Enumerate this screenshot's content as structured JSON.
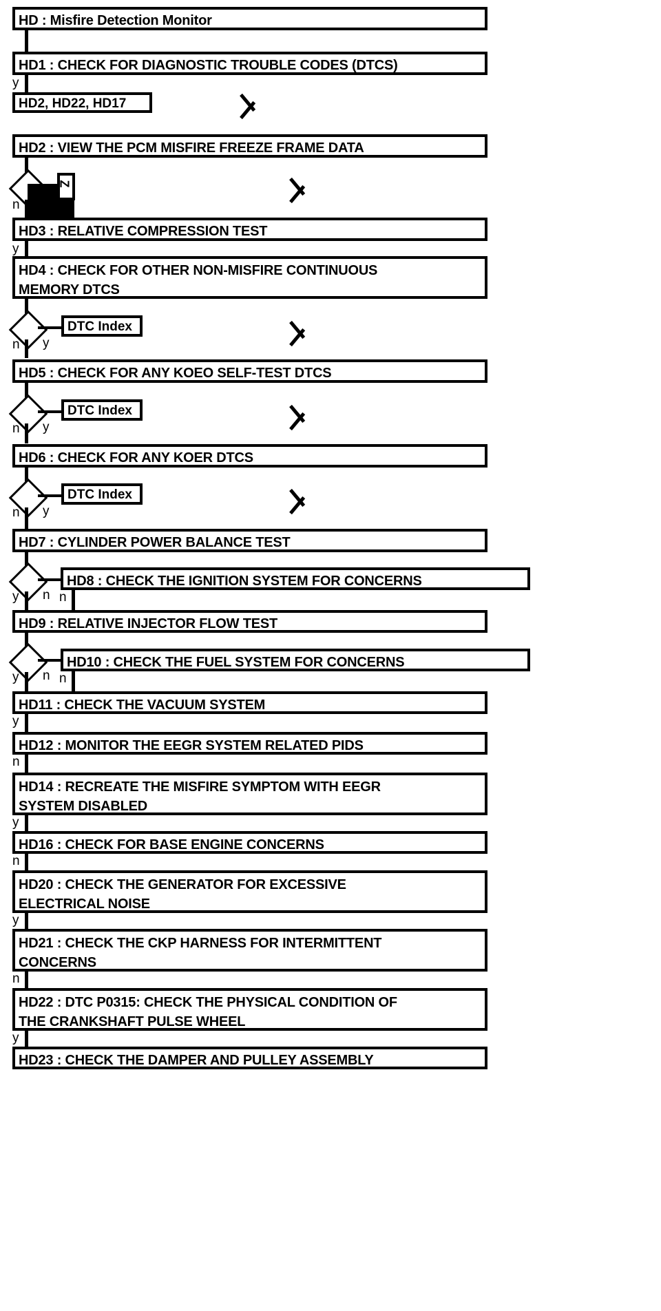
{
  "diagram": {
    "title": "HD : Misfire Detection Monitor",
    "type": "flowchart",
    "branch_labels": {
      "yes": "y",
      "no": "n"
    },
    "colors": {
      "line": "#000000",
      "fill": "#ffffff",
      "text": "#000000"
    },
    "nodes": [
      {
        "id": "HD",
        "label": "HD : Misfire Detection Monitor"
      },
      {
        "id": "HD1",
        "label": "HD1 : CHECK FOR DIAGNOSTIC TROUBLE CODES (DTCS)"
      },
      {
        "id": "HD2",
        "label": "HD2 : VIEW THE PCM MISFIRE FREEZE FRAME DATA"
      },
      {
        "id": "HD3",
        "label": "HD3 : RELATIVE COMPRESSION TEST"
      },
      {
        "id": "HD4",
        "label": "HD4 : CHECK FOR OTHER NON-MISFIRE CONTINUOUS\nMEMORY DTCS"
      },
      {
        "id": "HD5",
        "label": "HD5 : CHECK FOR ANY KOEO SELF-TEST DTCS"
      },
      {
        "id": "HD6",
        "label": "HD6 : CHECK FOR ANY KOER DTCS"
      },
      {
        "id": "HD7",
        "label": "HD7 : CYLINDER POWER BALANCE TEST"
      },
      {
        "id": "HD8",
        "label": "HD8 : CHECK THE IGNITION SYSTEM FOR CONCERNS"
      },
      {
        "id": "HD9",
        "label": "HD9 : RELATIVE INJECTOR FLOW TEST"
      },
      {
        "id": "HD10",
        "label": "HD10 : CHECK THE FUEL SYSTEM FOR CONCERNS"
      },
      {
        "id": "HD11",
        "label": "HD11 : CHECK THE VACUUM SYSTEM"
      },
      {
        "id": "HD12",
        "label": "HD12 : MONITOR THE EEGR SYSTEM RELATED PIDS"
      },
      {
        "id": "HD14",
        "label": "HD14 : RECREATE THE MISFIRE SYMPTOM WITH EEGR\nSYSTEM DISABLED"
      },
      {
        "id": "HD16",
        "label": "HD16 : CHECK FOR BASE ENGINE CONCERNS"
      },
      {
        "id": "HD20",
        "label": "HD20 : CHECK THE GENERATOR FOR EXCESSIVE\nELECTRICAL NOISE"
      },
      {
        "id": "HD21",
        "label": "HD21 : CHECK THE CKP HARNESS FOR INTERMITTENT\nCONCERNS"
      },
      {
        "id": "HD22",
        "label": "HD22 : DTC P0315: CHECK THE PHYSICAL CONDITION OF\nTHE CRANKSHAFT PULSE WHEEL"
      },
      {
        "id": "HD23",
        "label": "HD23 : CHECK THE DAMPER AND PULLEY ASSEMBLY"
      }
    ],
    "refs": [
      {
        "id": "ref-hd2-hd22-hd17",
        "label": "HD2, HD22, HD17"
      },
      {
        "id": "ref-dtc-index-1",
        "label": "DTC Index"
      },
      {
        "id": "ref-dtc-index-2",
        "label": "DTC Index"
      },
      {
        "id": "ref-dtc-index-3",
        "label": "DTC Index"
      }
    ],
    "artifact": {
      "label": "Z"
    },
    "sequence_labels": {
      "hd1_to_ref": "y",
      "hd2_decision_n": "n",
      "hd3_to_hd4": "y",
      "hd4_decision_n": "n",
      "hd4_decision_y": "y",
      "hd5_decision_n": "n",
      "hd5_decision_y": "y",
      "hd6_decision_n": "n",
      "hd6_decision_y": "y",
      "hd7_decision_y": "y",
      "hd7_decision_n": "n",
      "hd8_out_n": "n",
      "hd9_decision_y": "y",
      "hd9_decision_n": "n",
      "hd10_out_n": "n",
      "hd11_to_hd12": "y",
      "hd12_to_hd14": "n",
      "hd14_to_hd16": "y",
      "hd16_to_hd20": "n",
      "hd20_to_hd21": "y",
      "hd21_to_hd22": "n",
      "hd22_to_hd23": "y"
    }
  }
}
